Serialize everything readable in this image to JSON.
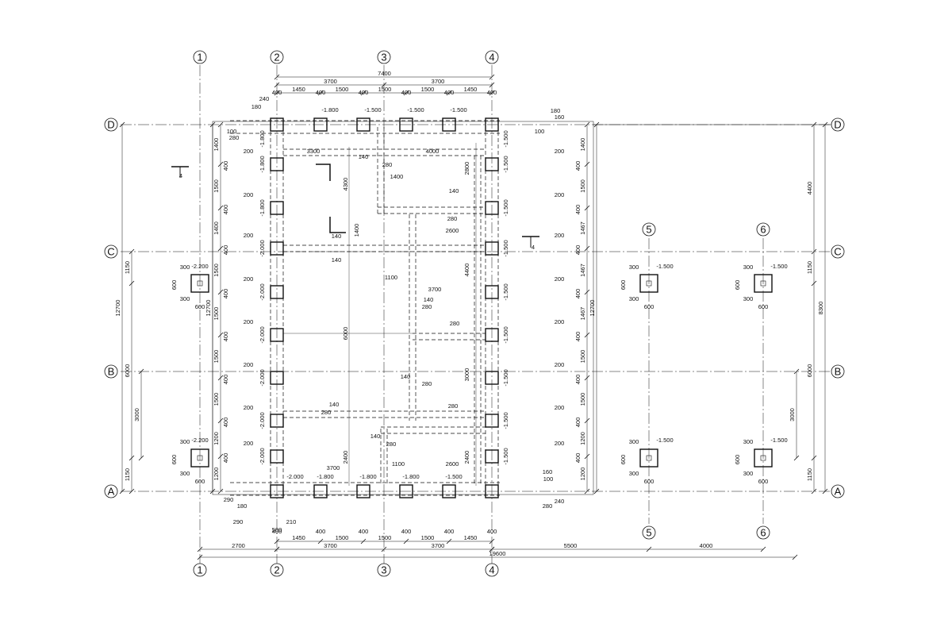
{
  "axes": {
    "top": [
      "1",
      "2",
      "3",
      "4"
    ],
    "bottom": [
      "1",
      "2",
      "3",
      "4"
    ],
    "east": [
      "5",
      "6"
    ],
    "rows_left": [
      "D",
      "C",
      "B",
      "A"
    ],
    "rows_right": [
      "D",
      "C",
      "B",
      "A"
    ]
  },
  "dims": {
    "top_total": "7400",
    "top_halves": [
      "3700",
      "3700"
    ],
    "top_segments": [
      "1450",
      "1500",
      "1500",
      "1500",
      "1450"
    ],
    "bottom_segments": [
      "1450",
      "1500",
      "1500",
      "1500",
      "1450"
    ],
    "bottom_halves": [
      "3700",
      "3700"
    ],
    "bottom_east": [
      "2700",
      "5500",
      "4000"
    ],
    "bottom_total": "19600",
    "left_chain": [
      "1400",
      "1500",
      "1400",
      "1500",
      "1500",
      "1500",
      "1500",
      "1200",
      "1200"
    ],
    "left_total": "12700",
    "outer_left": [
      "1150",
      "6000",
      "1150"
    ],
    "outer_left_total": "12700",
    "outer_left_inner": "3000",
    "right_chain": [
      "1400",
      "1500",
      "1467",
      "1467",
      "1467",
      "1500",
      "1500",
      "1200",
      "1200"
    ],
    "right_total": "12700",
    "far_right": [
      "4400",
      "1150",
      "6000",
      "1150"
    ],
    "far_right_inner": "3000",
    "far_right_total": "8300",
    "interior": [
      "3300",
      "4000",
      "4300",
      "1400",
      "2800",
      "1400",
      "2600",
      "1100",
      "4400",
      "6000",
      "3000",
      "2400",
      "2400",
      "3700",
      "1100",
      "2600",
      "3700"
    ],
    "pile": [
      "300",
      "600",
      "300",
      "600"
    ],
    "misc": [
      "400",
      "200",
      "240",
      "180",
      "160",
      "100",
      "140",
      "280",
      "290",
      "210",
      "500"
    ]
  },
  "levels": [
    "-1.500",
    "-1.800",
    "-2.000",
    "-2.200"
  ],
  "section_marks": [
    "4",
    "4"
  ]
}
